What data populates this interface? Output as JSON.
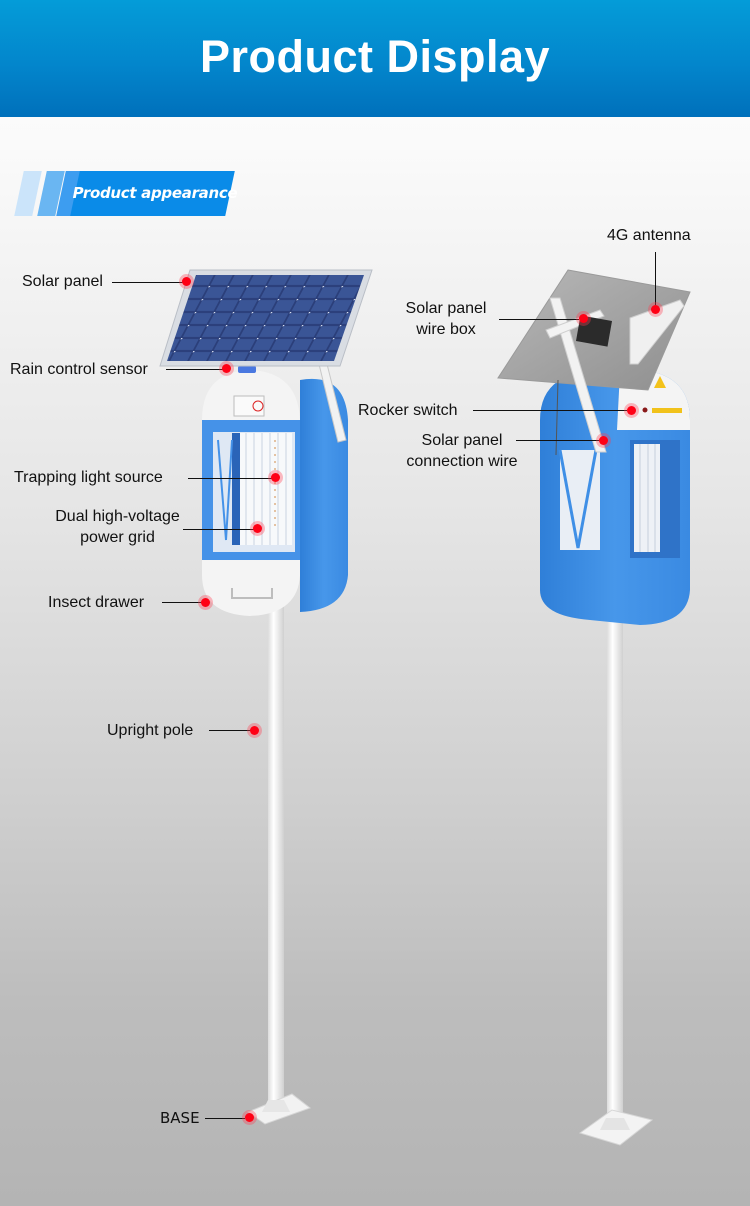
{
  "header": {
    "title": "Product Display"
  },
  "section": {
    "tag_label": "Product appearance"
  },
  "colors": {
    "header_blue": "#0386cc",
    "tag_blue": "#0a8be8",
    "device_blue": "#3f8fe6",
    "marker_red": "#ff0015"
  },
  "left_view": {
    "callouts": [
      {
        "id": "solar-panel",
        "label": "Solar panel"
      },
      {
        "id": "rain-control-sensor",
        "label": "Rain control sensor"
      },
      {
        "id": "trapping-light-source",
        "label": "Trapping light source"
      },
      {
        "id": "dual-high-voltage-power-grid",
        "label_line1": "Dual high-voltage",
        "label_line2": "power grid"
      },
      {
        "id": "insect-drawer",
        "label": "Insect drawer"
      },
      {
        "id": "upright-pole",
        "label": "Upright pole"
      },
      {
        "id": "base",
        "label": "BASE"
      }
    ]
  },
  "right_view": {
    "callouts": [
      {
        "id": "4g-antenna",
        "label": "4G antenna"
      },
      {
        "id": "solar-panel-wire-box",
        "label_line1": "Solar panel",
        "label_line2": "wire box"
      },
      {
        "id": "rocker-switch",
        "label": "Rocker switch"
      },
      {
        "id": "solar-panel-connection-wire",
        "label_line1": "Solar panel",
        "label_line2": "connection wire"
      }
    ]
  }
}
